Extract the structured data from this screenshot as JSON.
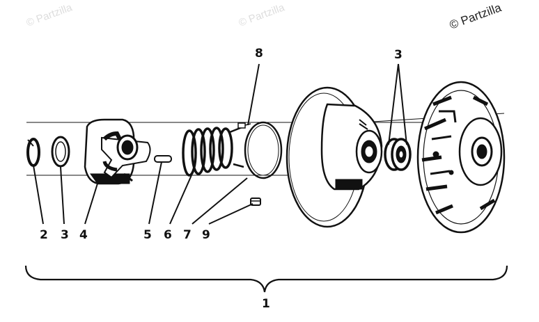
{
  "watermark": {
    "text_a": "© Partzilla",
    "text_b": "© Partzilla",
    "copyright": "© Partzilla"
  },
  "callouts": {
    "c2": "2",
    "c3_left": "3",
    "c4": "4",
    "c5": "5",
    "c6": "6",
    "c7": "7",
    "c9": "9",
    "c8": "8",
    "c3_right": "3",
    "c1": "1"
  },
  "colors": {
    "ink": "#111111",
    "watermark": "#dddddd"
  }
}
